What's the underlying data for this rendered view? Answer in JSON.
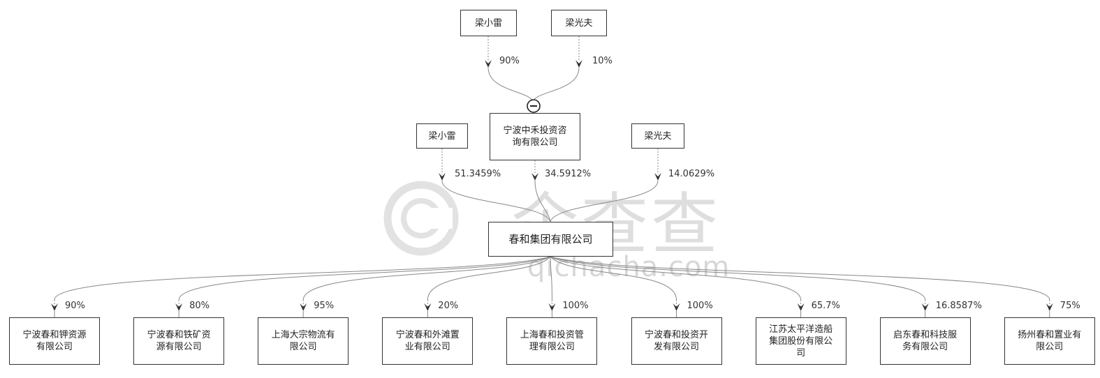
{
  "watermark": {
    "cn": "企查查",
    "en": "qichacha.com"
  },
  "top_people": [
    {
      "id": "p1",
      "name": "梁小雷",
      "pct": "90%"
    },
    {
      "id": "p2",
      "name": "梁光夫",
      "pct": "10%"
    }
  ],
  "holding": {
    "name": "宁波中禾投资咨询有限公司",
    "lines": [
      "宁波中禾投资咨",
      "询有限公司"
    ]
  },
  "mid_shareholders": [
    {
      "id": "m1",
      "name": "梁小雷",
      "pct": "51.3459%"
    },
    {
      "id": "m2",
      "name": "宁波中禾投资咨询有限公司",
      "pct": "34.5912%"
    },
    {
      "id": "m3",
      "name": "梁光夫",
      "pct": "14.0629%"
    }
  ],
  "main": {
    "name": "春和集团有限公司"
  },
  "subsidiaries": [
    {
      "lines": [
        "宁波春和钾资源",
        "有限公司"
      ],
      "pct": "90%"
    },
    {
      "lines": [
        "宁波春和铁矿资",
        "源有限公司"
      ],
      "pct": "80%"
    },
    {
      "lines": [
        "上海大宗物流有",
        "限公司"
      ],
      "pct": "95%"
    },
    {
      "lines": [
        "宁波春和外滩置",
        "业有限公司"
      ],
      "pct": "20%"
    },
    {
      "lines": [
        "上海春和投资管",
        "理有限公司"
      ],
      "pct": "100%"
    },
    {
      "lines": [
        "宁波春和投资开",
        "发有限公司"
      ],
      "pct": "100%"
    },
    {
      "lines": [
        "江苏太平洋造船",
        "集团股份有限公",
        "司"
      ],
      "pct": "65.7%"
    },
    {
      "lines": [
        "启东春和科技服",
        "务有限公司"
      ],
      "pct": "16.8587%"
    },
    {
      "lines": [
        "扬州春和置业有",
        "限公司"
      ],
      "pct": "75%"
    }
  ],
  "colors": {
    "line": "#888888",
    "arrow": "#333333",
    "border": "#333333"
  }
}
